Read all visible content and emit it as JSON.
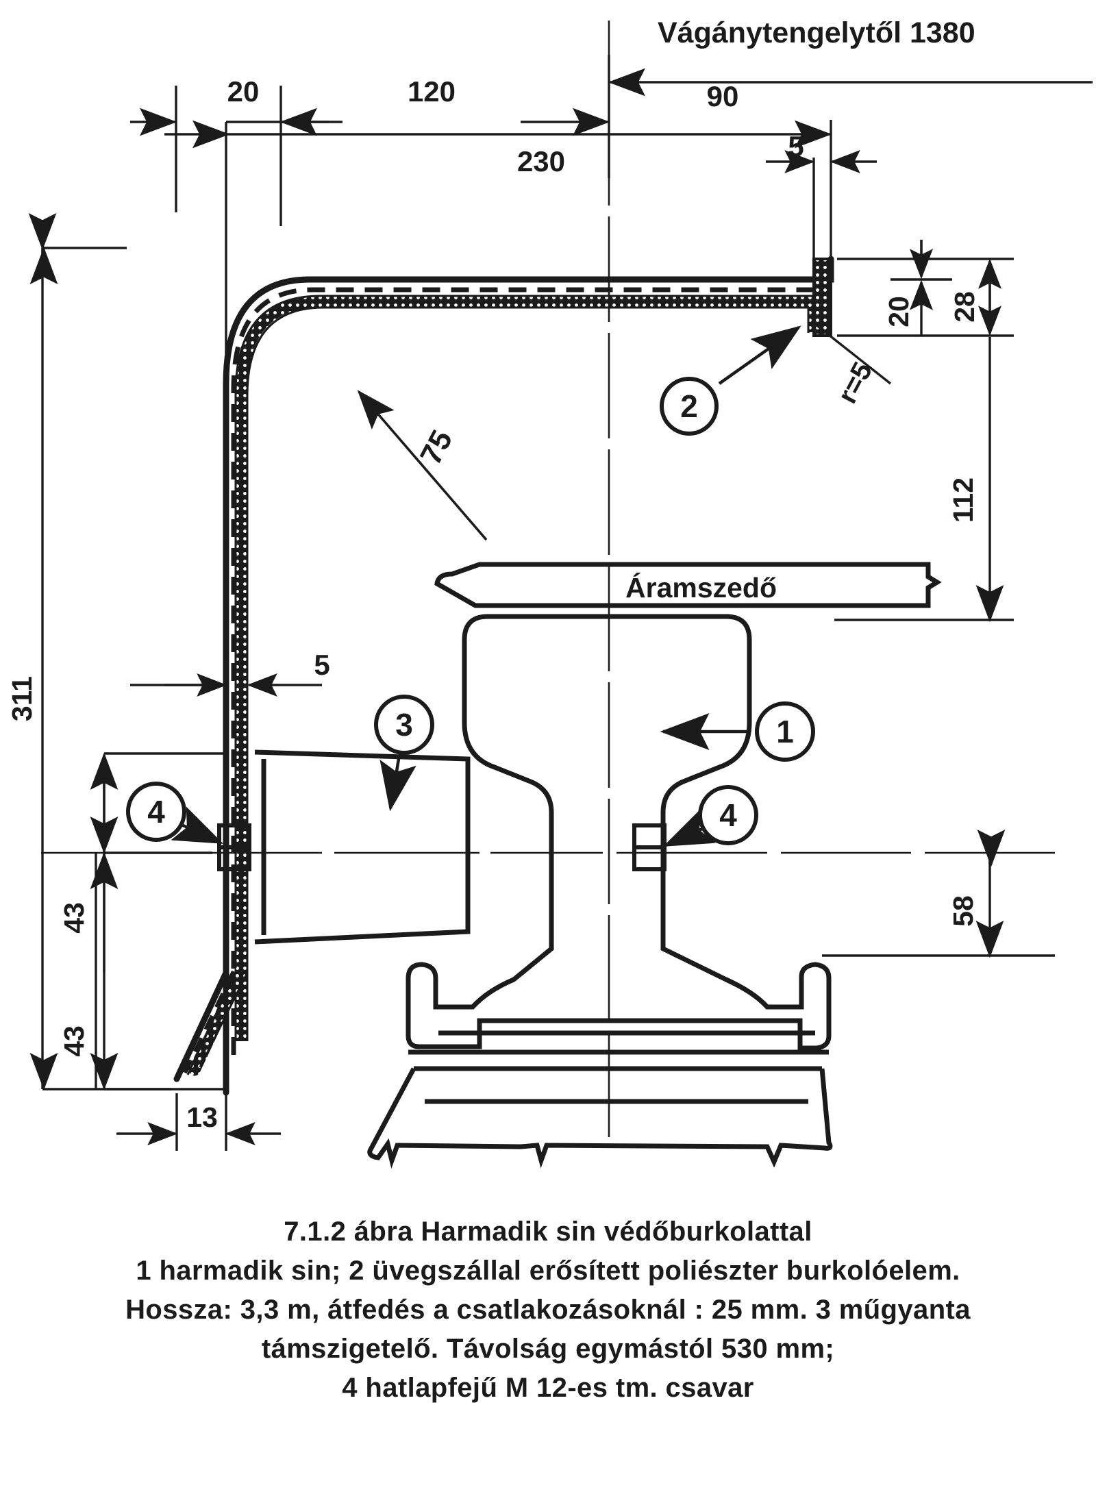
{
  "figure": {
    "title_label": "Áramszedő",
    "track_axis_note": "Vágánytengelytől 1380",
    "dimensions": {
      "d20": "20",
      "d120": "120",
      "d90": "90",
      "d230": "230",
      "d5_top": "5",
      "d20_right": "20",
      "d28": "28",
      "r5": "r=5",
      "d112": "112",
      "d311": "311",
      "d5_left": "5",
      "r75": "75",
      "d43_upper": "43",
      "d43_lower": "43",
      "d13": "13",
      "d58": "58"
    },
    "callouts": [
      {
        "id": "1",
        "label": "1"
      },
      {
        "id": "2",
        "label": "2"
      },
      {
        "id": "3",
        "label": "3"
      },
      {
        "id": "4a",
        "label": "4"
      },
      {
        "id": "4b",
        "label": "4"
      }
    ],
    "colors": {
      "ink": "#1b1b1b",
      "paper": "#ffffff"
    }
  },
  "caption": {
    "line1": "7.1.2 ábra Harmadik sin védőburkolattal",
    "line2": "1 harmadik sin; 2 üvegszállal erősített poliészter burkolóelem.",
    "line3": "Hossza: 3,3 m, átfedés a csatlakozásoknál : 25 mm. 3 műgyanta",
    "line4": "támszigetelő. Távolság egymástól 530 mm;",
    "line5": "4 hatlapfejű M 12-es tm. csavar"
  },
  "chart_data": {
    "type": "diagram",
    "title": "7.1.2 ábra Harmadik sin védőburkolattal",
    "subject": "Third rail with protective cover (cross-section)",
    "labels": [
      "Áramszedő",
      "Vágánytengelytől 1380"
    ],
    "dimension_values": [
      {
        "name": "20",
        "value": 20,
        "unit": "mm",
        "orientation": "horizontal",
        "position": "top-left"
      },
      {
        "name": "120",
        "value": 120,
        "unit": "mm",
        "orientation": "horizontal",
        "position": "top"
      },
      {
        "name": "90",
        "value": 90,
        "unit": "mm",
        "orientation": "horizontal",
        "position": "top-right"
      },
      {
        "name": "230",
        "value": 230,
        "unit": "mm",
        "orientation": "horizontal",
        "position": "top"
      },
      {
        "name": "5",
        "value": 5,
        "unit": "mm",
        "orientation": "horizontal",
        "position": "top-right"
      },
      {
        "name": "1380",
        "value": 1380,
        "unit": "mm",
        "orientation": "horizontal",
        "position": "top-right-note"
      },
      {
        "name": "20",
        "value": 20,
        "unit": "mm",
        "orientation": "vertical",
        "position": "right"
      },
      {
        "name": "28",
        "value": 28,
        "unit": "mm",
        "orientation": "vertical",
        "position": "right"
      },
      {
        "name": "r=5",
        "value": 5,
        "unit": "mm",
        "orientation": "radius",
        "position": "right"
      },
      {
        "name": "112",
        "value": 112,
        "unit": "mm",
        "orientation": "vertical",
        "position": "right"
      },
      {
        "name": "58",
        "value": 58,
        "unit": "mm",
        "orientation": "vertical",
        "position": "right-lower"
      },
      {
        "name": "311",
        "value": 311,
        "unit": "mm",
        "orientation": "vertical",
        "position": "far-left"
      },
      {
        "name": "5",
        "value": 5,
        "unit": "mm",
        "orientation": "horizontal",
        "position": "left-middle"
      },
      {
        "name": "75",
        "value": 75,
        "unit": "mm",
        "orientation": "radius",
        "position": "center-left"
      },
      {
        "name": "43",
        "value": 43,
        "unit": "mm",
        "orientation": "vertical",
        "position": "left-lower"
      },
      {
        "name": "43",
        "value": 43,
        "unit": "mm",
        "orientation": "vertical",
        "position": "left-lower"
      },
      {
        "name": "13",
        "value": 13,
        "unit": "mm",
        "orientation": "horizontal",
        "position": "bottom-left"
      }
    ],
    "legend": [
      {
        "key": "1",
        "text": "harmadik sin"
      },
      {
        "key": "2",
        "text": "üvegszállal erősített poliészter burkolóelem"
      },
      {
        "key": "3",
        "text": "műgyanta támszigetelő"
      },
      {
        "key": "4",
        "text": "hatlapfejű M 12-es tm. csavar"
      }
    ]
  }
}
